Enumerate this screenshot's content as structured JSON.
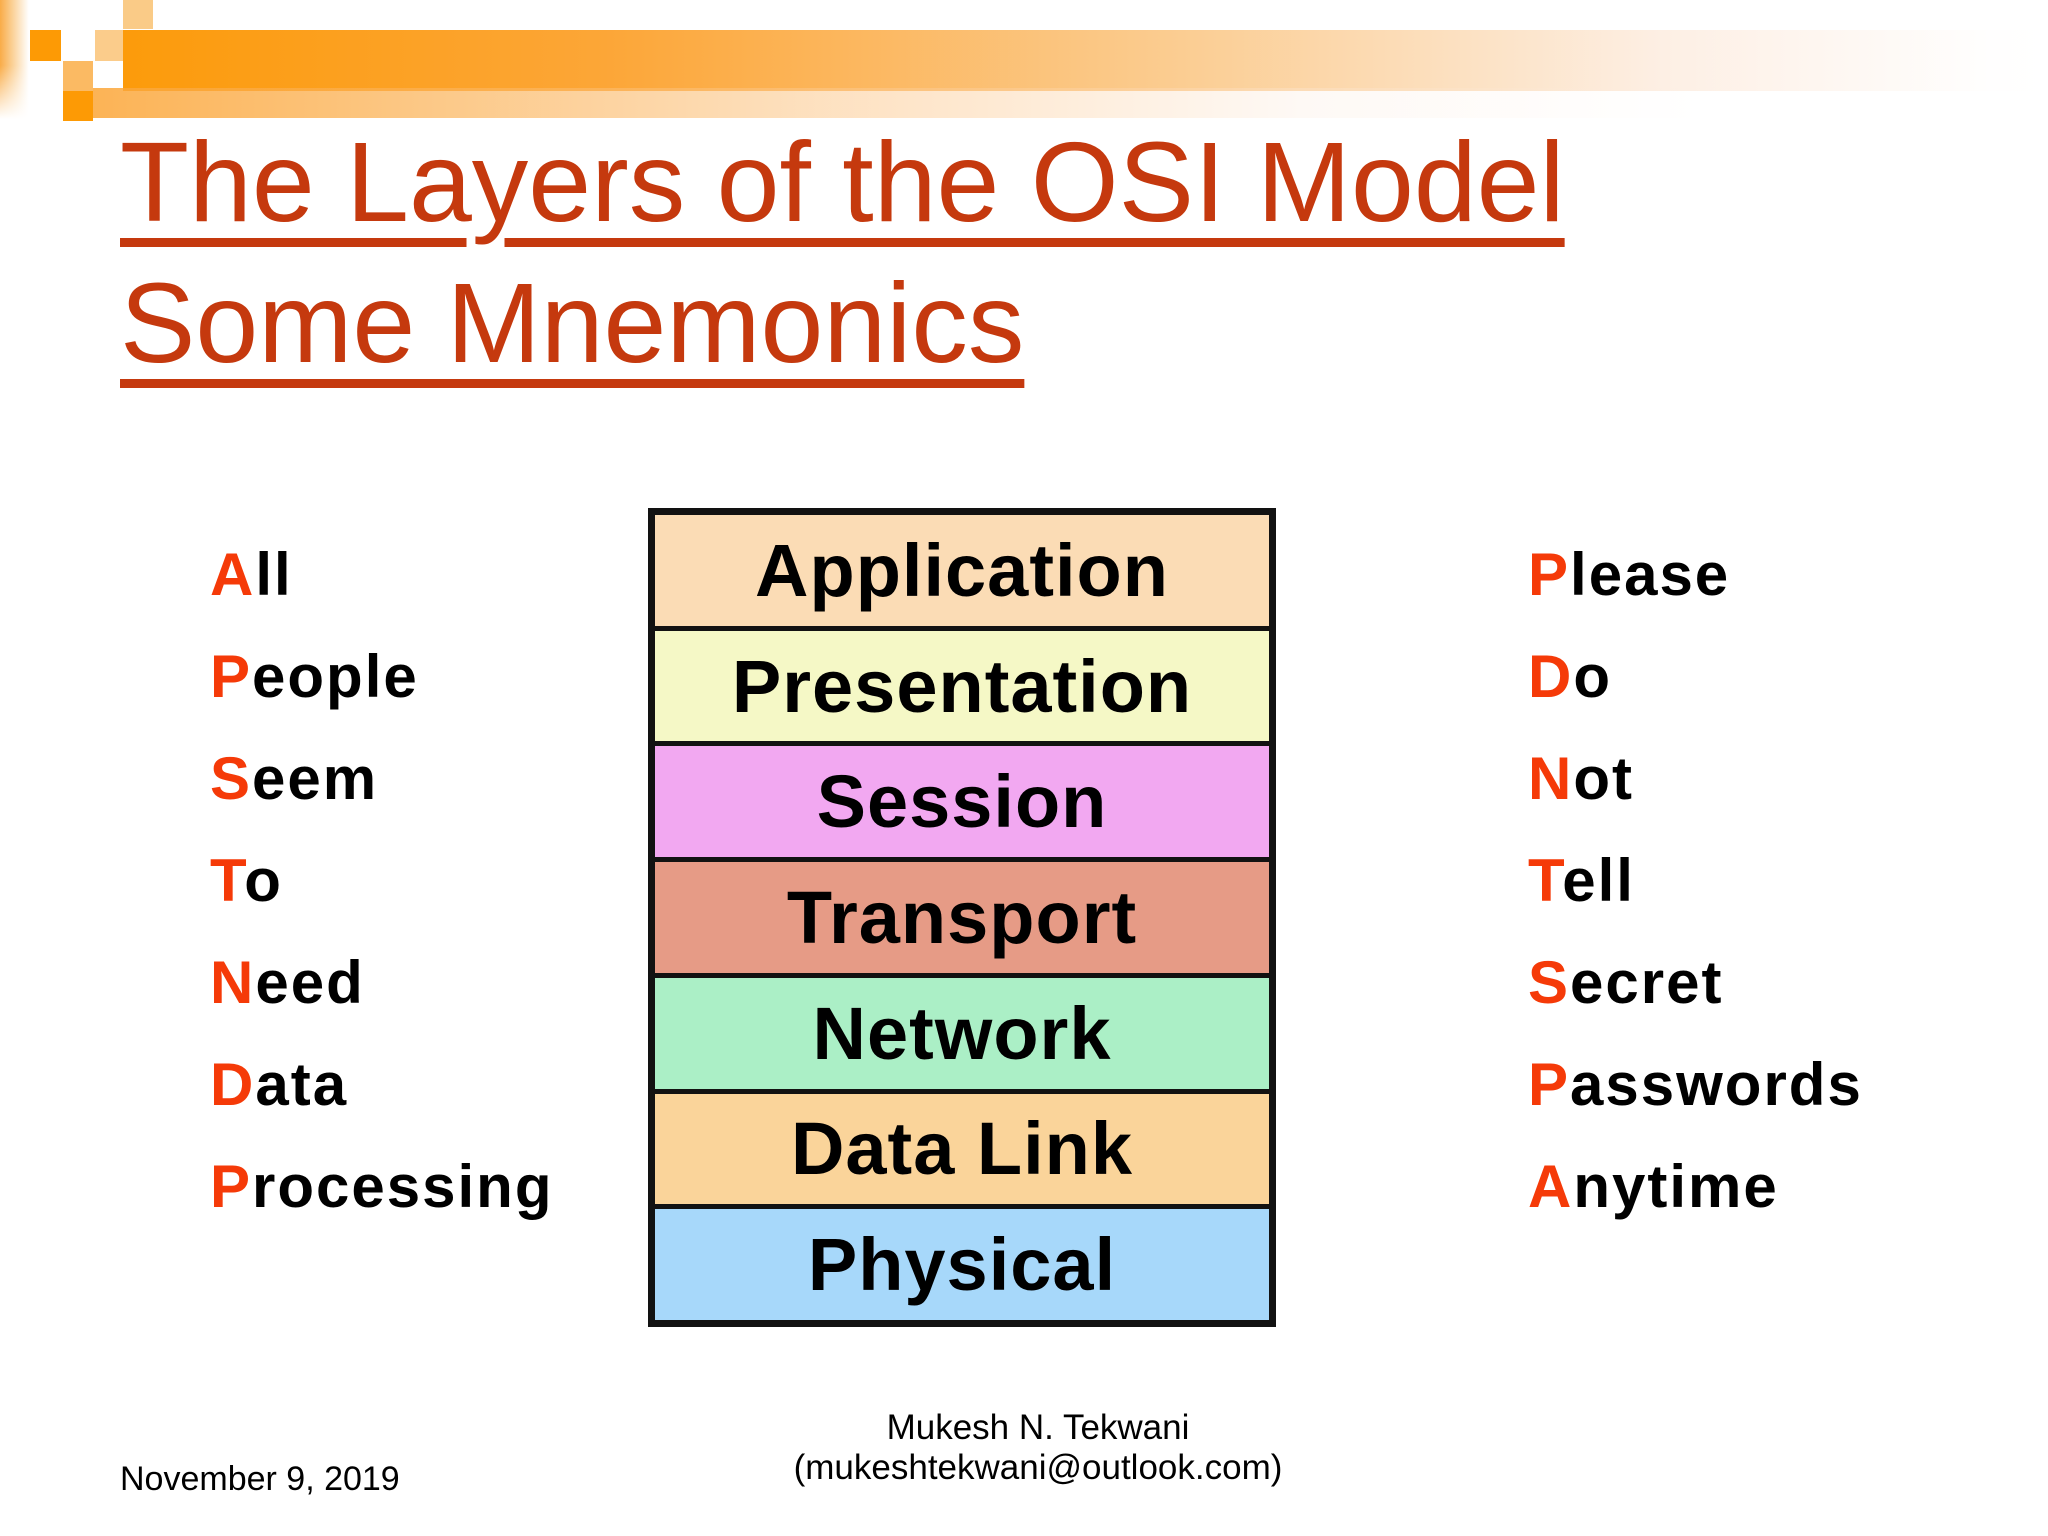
{
  "theme": {
    "accent_orange": "#FD9A05",
    "light_orange_a": "#FACB87",
    "light_orange_c": "#FBCC8B",
    "mid_orange": "#FBBA63",
    "title_color": "#C5390E",
    "initial_color": "#F53A08",
    "table_border": "#121212"
  },
  "title": {
    "line1": "The Layers of the OSI Model",
    "line2": "Some Mnemonics"
  },
  "left_mnemonic": {
    "items": [
      {
        "initial": "A",
        "rest": "ll"
      },
      {
        "initial": "P",
        "rest": "eople"
      },
      {
        "initial": "S",
        "rest": "eem"
      },
      {
        "initial": "T",
        "rest": "o"
      },
      {
        "initial": "N",
        "rest": "eed"
      },
      {
        "initial": "D",
        "rest": "ata"
      },
      {
        "initial": "P",
        "rest": "rocessing"
      }
    ]
  },
  "right_mnemonic": {
    "items": [
      {
        "initial": "P",
        "rest": "lease"
      },
      {
        "initial": "D",
        "rest": "o"
      },
      {
        "initial": "N",
        "rest": "ot"
      },
      {
        "initial": "T",
        "rest": "ell"
      },
      {
        "initial": "S",
        "rest": "ecret"
      },
      {
        "initial": "P",
        "rest": "asswords"
      },
      {
        "initial": "A",
        "rest": "nytime"
      }
    ]
  },
  "osi_stack": {
    "rows": [
      {
        "label": "Application",
        "color": "#FBDCB5"
      },
      {
        "label": "Presentation",
        "color": "#F5F8C6"
      },
      {
        "label": "Session",
        "color": "#F2A8F1"
      },
      {
        "label": "Transport",
        "color": "#E69B86"
      },
      {
        "label": "Network",
        "color": "#ABEFC6"
      },
      {
        "label": "Data Link",
        "color": "#FAD49A"
      },
      {
        "label": "Physical",
        "color": "#A7D8FA"
      }
    ]
  },
  "footer": {
    "date": "November 9, 2019",
    "author_line1": "Mukesh N. Tekwani",
    "author_line2": "(mukeshtekwani@outlook.com)"
  }
}
